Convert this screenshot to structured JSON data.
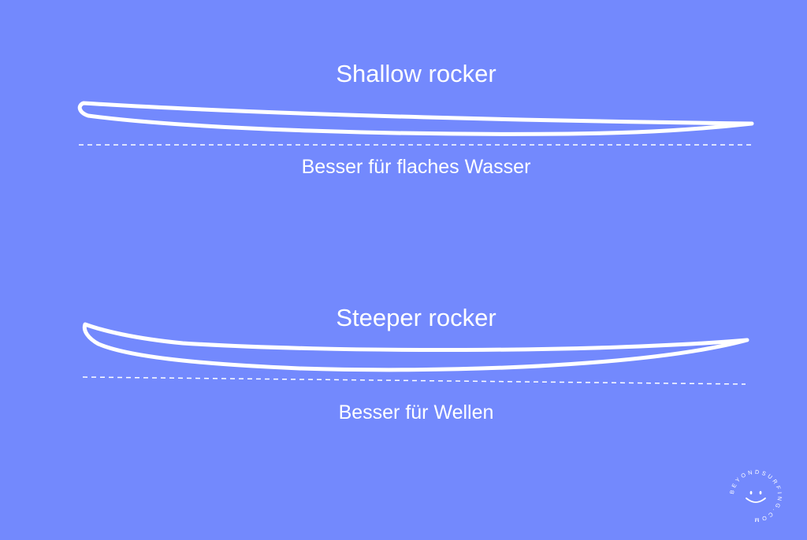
{
  "diagram": {
    "shallow": {
      "title": "Shallow rocker",
      "caption": "Besser für flaches Wasser"
    },
    "steeper": {
      "title": "Steeper rocker",
      "caption": "Besser für Wellen"
    }
  },
  "logo": {
    "text": "BEYONDSURFING.COM",
    "icon": "smiley-icon"
  },
  "colors": {
    "background": "#7389fd",
    "foreground": "#ffffff"
  }
}
